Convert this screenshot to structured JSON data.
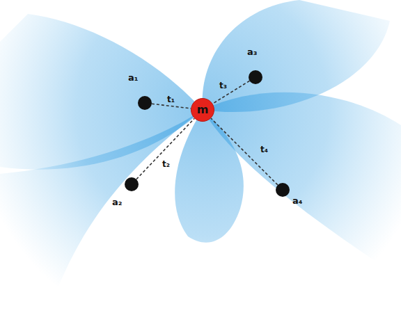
{
  "diagram": {
    "nodes": [
      {
        "text": [
          "a₁"
        ]
      },
      {
        "text": [
          "a₂"
        ]
      },
      {
        "text": [
          "a₃"
        ]
      },
      {
        "text": [
          "a₄"
        ]
      },
      {
        "text": [
          "m"
        ]
      }
    ],
    "edges": [
      {
        "from": 0,
        "to": 4,
        "label": "t₁",
        "arrow": "none"
      },
      {
        "from": 1,
        "to": 4,
        "label": "t₂",
        "arrow": "none"
      },
      {
        "from": 2,
        "to": 4,
        "label": "t₃",
        "arrow": "none"
      },
      {
        "from": 3,
        "to": 4,
        "label": "t₄",
        "arrow": "none"
      }
    ]
  }
}
